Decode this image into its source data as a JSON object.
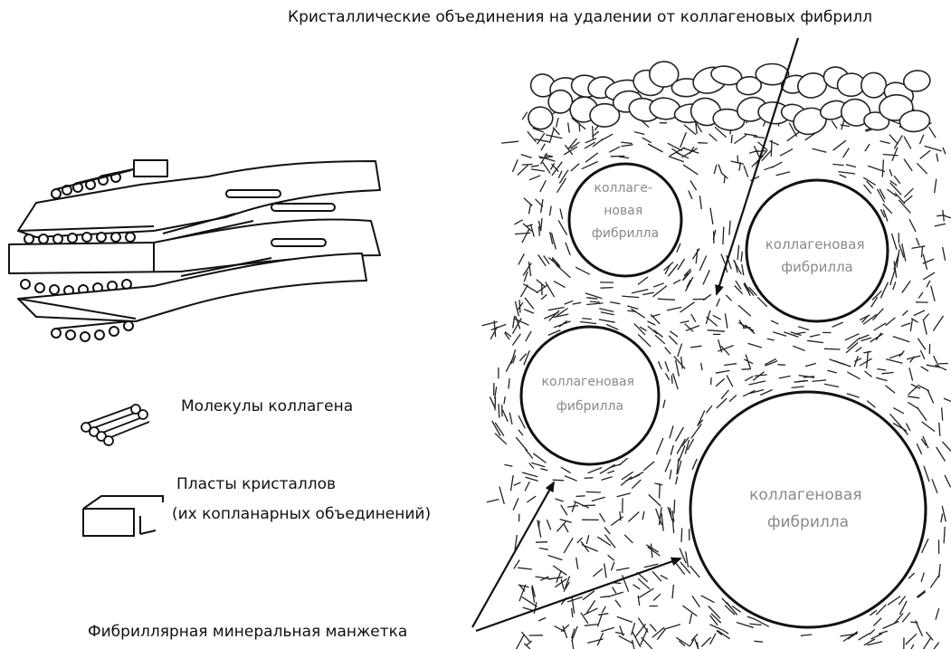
{
  "labels": {
    "top_annotation": "Кристаллические объединения на удалении от коллагеновых фибрилл",
    "legend_molecules": "Молекулы коллагена",
    "legend_plates_line1": "Пласты кристаллов",
    "legend_plates_line2": "(их копланарных объединений)",
    "bottom_annotation": "Фибриллярная минеральная  манжетка"
  },
  "fibrils": [
    {
      "lines": [
        "коллаге-",
        "новая",
        "фибрилла"
      ]
    },
    {
      "lines": [
        "коллагеновая",
        "фибрилла"
      ]
    },
    {
      "lines": [
        "коллагеновая",
        "фибрилла"
      ]
    },
    {
      "lines": [
        "коллагеновая",
        "фибрилла"
      ]
    }
  ]
}
